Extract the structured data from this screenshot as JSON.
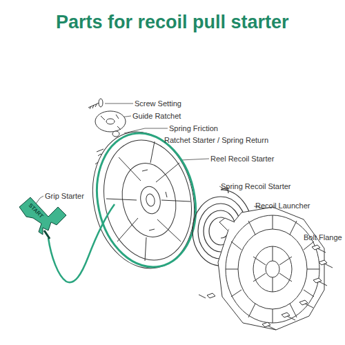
{
  "diagram": {
    "title": "Parts for recoil pull starter",
    "labels": [
      "Screw Setting",
      "Guide Ratchet",
      "Spring Friction",
      "Ratchet Starter / Spring Return",
      "Reel Recoil Starter",
      "Grip Starter",
      "Spring Recoil Starter",
      "Recoil Launcher",
      "Bolt Flange",
      "START"
    ]
  }
}
